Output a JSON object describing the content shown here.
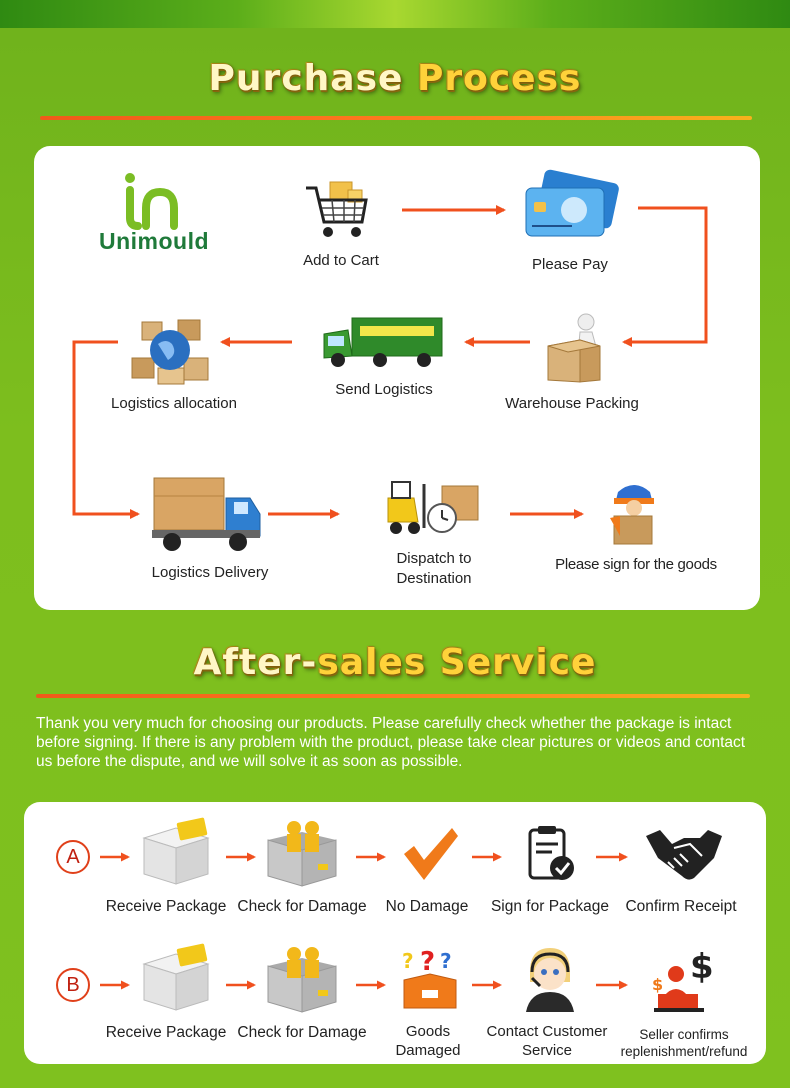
{
  "purchase": {
    "title_part1": "Purchase ",
    "title_part2": "Process",
    "brand": "Unimould",
    "steps": [
      {
        "label": "Add to Cart",
        "icon": "shopping-cart-icon"
      },
      {
        "label": "Please Pay",
        "icon": "credit-card-icon"
      },
      {
        "label": "Warehouse Packing",
        "icon": "packing-box-icon"
      },
      {
        "label": "Send Logistics",
        "icon": "green-truck-icon"
      },
      {
        "label": "Logistics allocation",
        "icon": "globe-boxes-icon"
      },
      {
        "label": "Logistics Delivery",
        "icon": "delivery-truck-icon"
      },
      {
        "label": "Dispatch to\nDestination",
        "icon": "forklift-icon"
      },
      {
        "label": "Please sign for the goods",
        "icon": "courier-icon"
      }
    ]
  },
  "aftersales": {
    "title_part1": "After-",
    "title_part2": "sales Service",
    "description": "Thank you very much for choosing our products. Please carefully check whether the package is intact before signing. If there is any problem with the product, please take clear pictures or videos and contact us before the dispute, and we will solve it as soon as possible.",
    "row_a": {
      "marker": "A",
      "steps": [
        "Receive Package",
        "Check for Damage",
        "No Damage",
        "Sign for Package",
        "Confirm Receipt"
      ]
    },
    "row_b": {
      "marker": "B",
      "steps": [
        "Receive Package",
        "Check for Damage",
        "Goods Damaged",
        "Contact Customer Service",
        "Seller confirms replenishment/refund"
      ]
    }
  },
  "colors": {
    "background": "#7dbe1e",
    "arrow": "#f0501e",
    "brand_green": "#1f8a3a",
    "title_gold": "#ffd23a"
  }
}
